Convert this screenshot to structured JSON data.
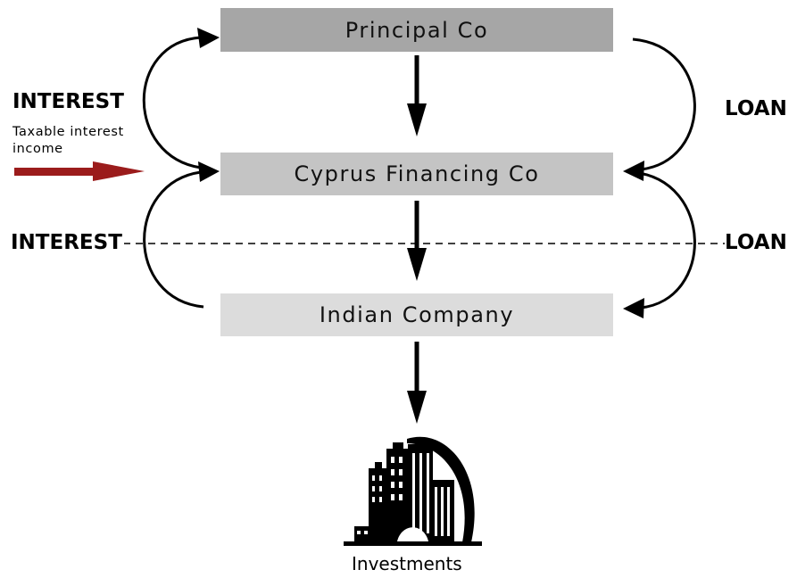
{
  "diagram": {
    "boxes": {
      "principal": "Principal Co",
      "cyprus": "Cyprus Financing Co",
      "indian": "Indian Company"
    },
    "labels": {
      "interest_top": "INTEREST",
      "interest_mid": "INTEREST",
      "loan_top": "LOAN",
      "loan_mid": "LOAN",
      "taxable": "Taxable interest income",
      "investments": "Investments"
    },
    "icons": {
      "investments": "city-buildings-icon"
    },
    "colors": {
      "principal_box": "#a6a6a6",
      "cyprus_box": "#c4c4c4",
      "indian_box": "#dcdcdc",
      "taxable_arrow": "#9b1c1c"
    }
  }
}
